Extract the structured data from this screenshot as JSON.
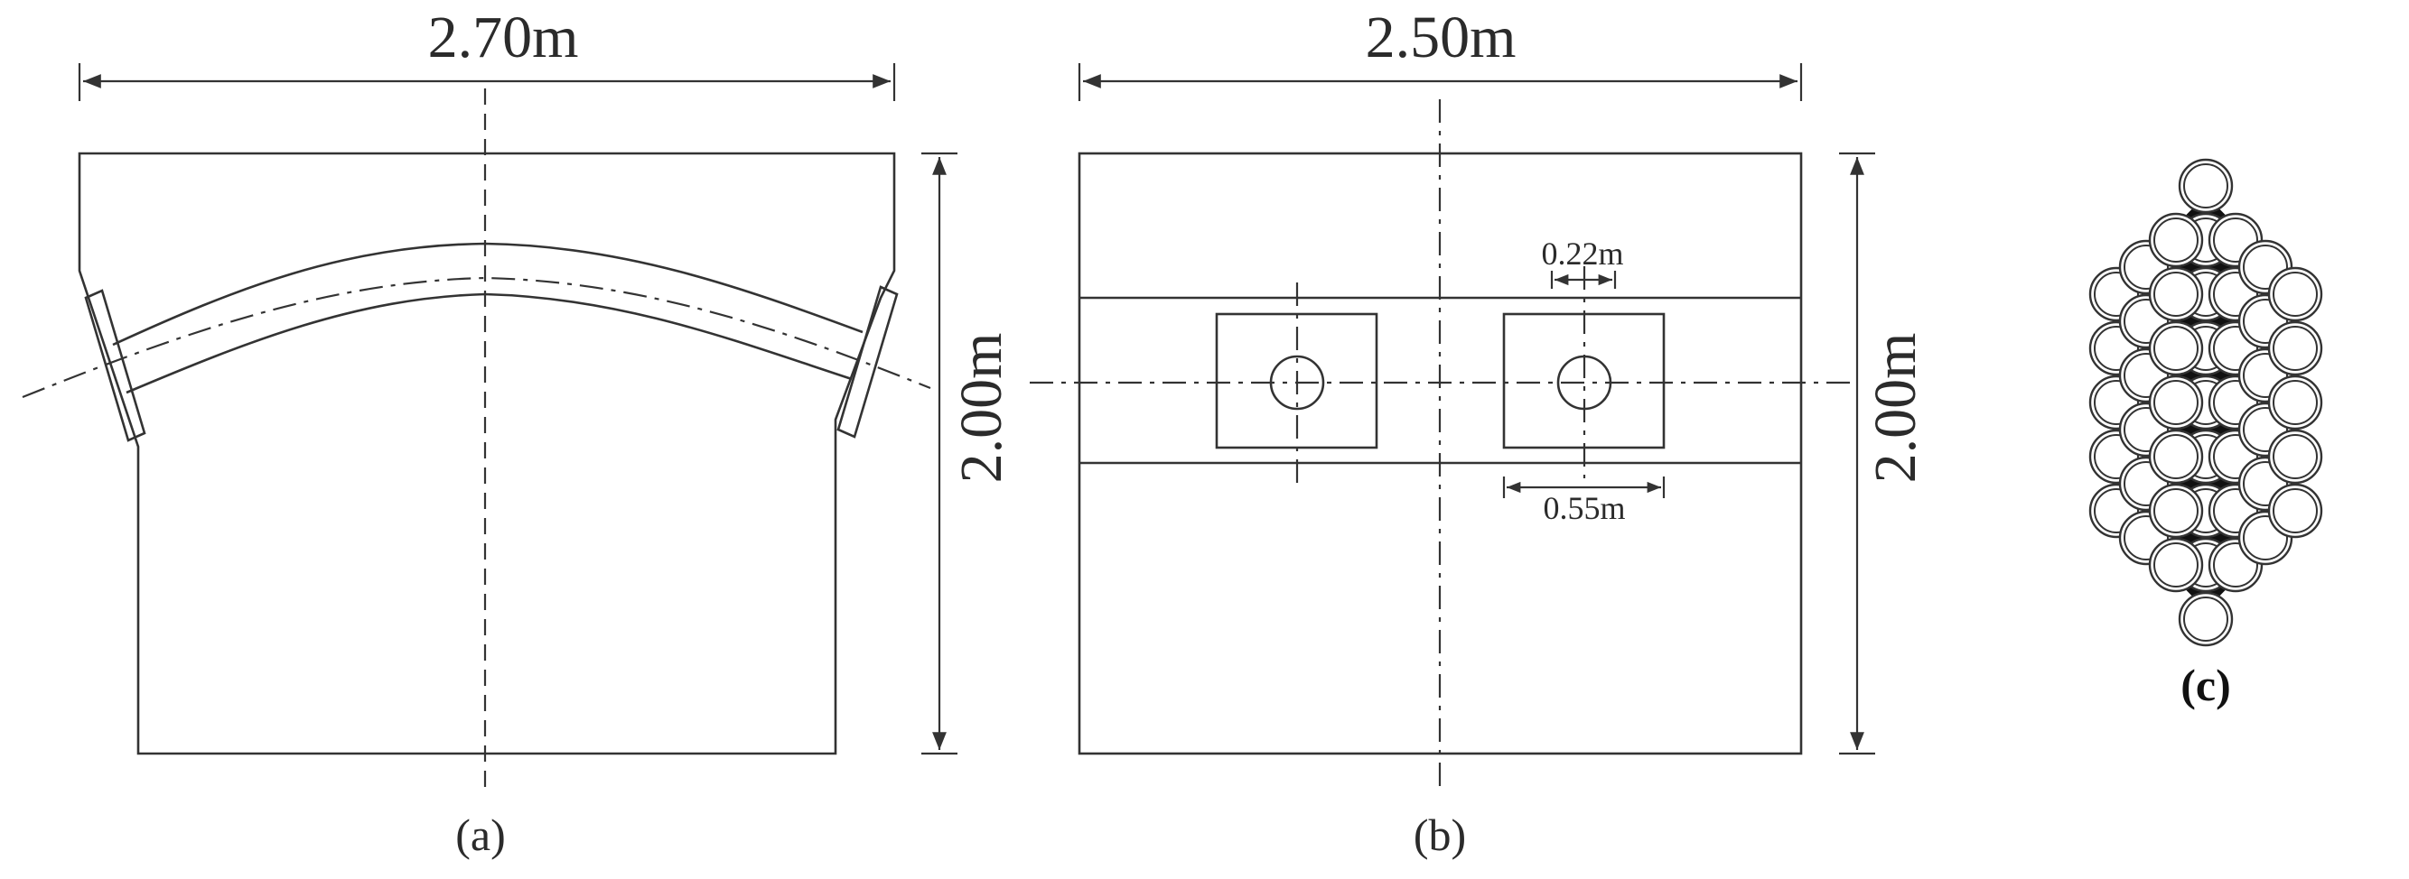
{
  "panel_a": {
    "width_label": "2.70m",
    "height_label": "2.00m",
    "caption": "(a)"
  },
  "panel_b": {
    "width_label": "2.50m",
    "height_label": "2.00m",
    "duct_label": "0.22m",
    "plate_label": "0.55m",
    "caption": "(b)"
  },
  "panel_c": {
    "caption": "(c)"
  },
  "colors": {
    "line": "#333333",
    "background": "#ffffff",
    "fill_dark": "#111111"
  }
}
